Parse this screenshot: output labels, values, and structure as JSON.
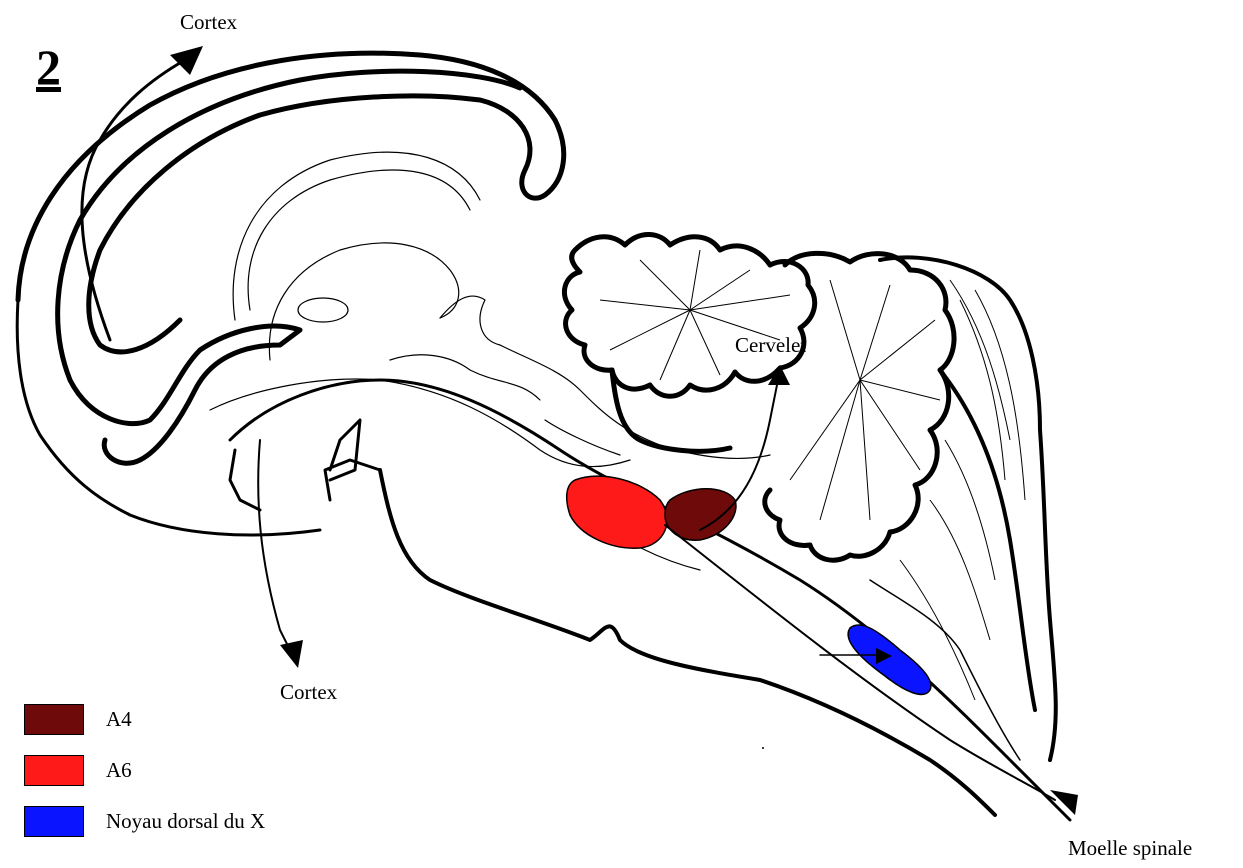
{
  "figure": {
    "number": "2"
  },
  "labels": {
    "cortex_top": "Cortex",
    "cortex_bottom": "Cortex",
    "cervelet": "Cervelet",
    "moelle": "Moelle spinale"
  },
  "legend": [
    {
      "label": "A4",
      "color": "#6e0a0a"
    },
    {
      "label": "A6",
      "color": "#ff1a1a"
    },
    {
      "label": "Noyau dorsal du X",
      "color": "#0a14ff"
    }
  ]
}
